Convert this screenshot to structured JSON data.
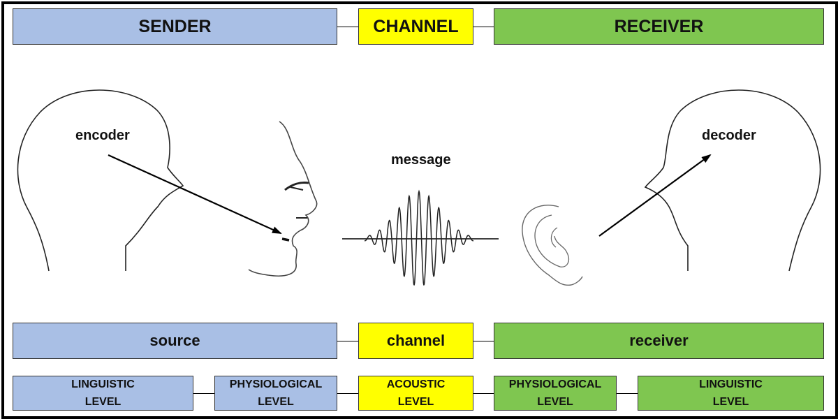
{
  "top_row": {
    "sender": "SENDER",
    "channel": "CHANNEL",
    "receiver": "RECEIVER"
  },
  "illustration": {
    "encoder": "encoder",
    "message": "message",
    "decoder": "decoder"
  },
  "middle_row": {
    "source": "source",
    "channel": "channel",
    "receiver": "receiver"
  },
  "levels": [
    {
      "line1": "LINGUISTIC",
      "line2": "LEVEL"
    },
    {
      "line1": "PHYSIOLOGICAL",
      "line2": "LEVEL"
    },
    {
      "line1": "ACOUSTIC",
      "line2": "LEVEL"
    },
    {
      "line1": "PHYSIOLOGICAL",
      "line2": "LEVEL"
    },
    {
      "line1": "LINGUISTIC",
      "line2": "LEVEL"
    }
  ],
  "colors": {
    "sender": "#a9bfe5",
    "channel": "#ffff00",
    "receiver": "#7fc650"
  }
}
